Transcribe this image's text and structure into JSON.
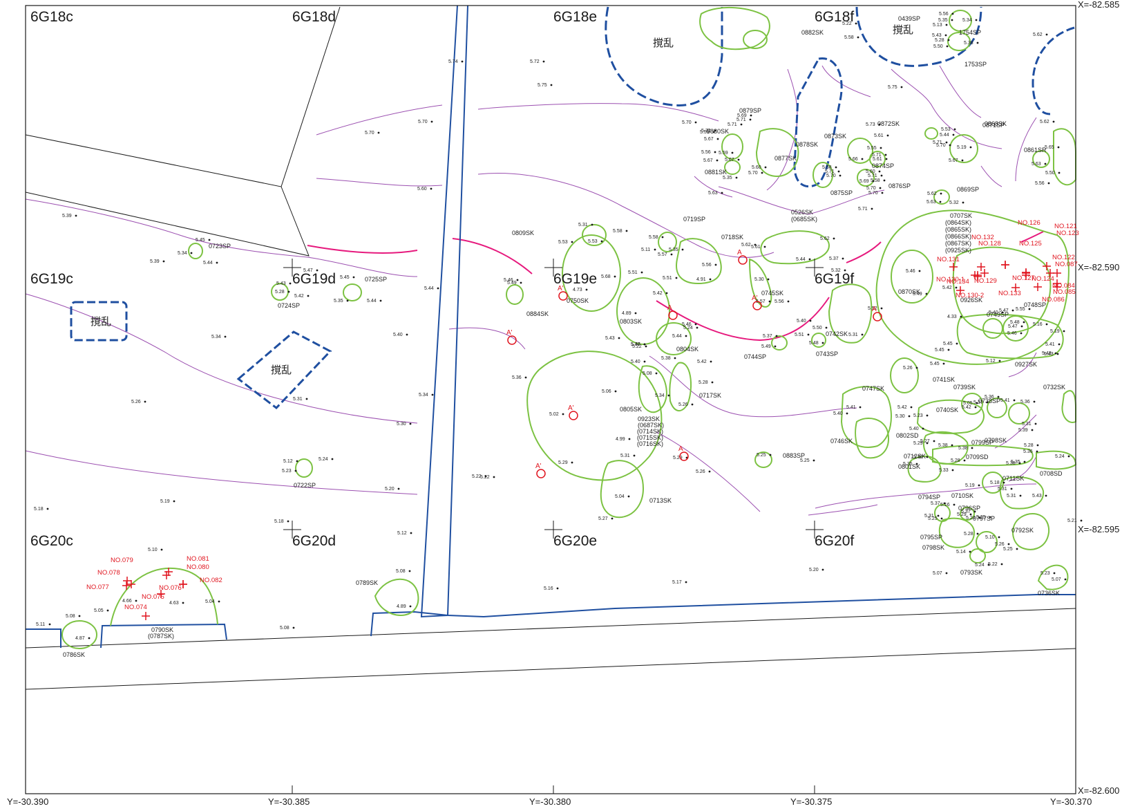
{
  "colors": {
    "pit_outline": "#7cc242",
    "disturbance": "#1f4fa0",
    "contour": "#9b4fb0",
    "contour_main": "#e6197d",
    "find": "#e0141e",
    "frame": "#1a1a1a"
  },
  "grid_cells": [
    "6G18c",
    "6G18d",
    "6G18e",
    "6G18f",
    "6G19c",
    "6G19d",
    "6G19e",
    "6G19f",
    "6G20c",
    "6G20d",
    "6G20e",
    "6G20f"
  ],
  "x_coords": [
    "X=-82.585",
    "X=-82.590",
    "X=-82.595",
    "X=-82.600"
  ],
  "y_coords": [
    "Y=-30.390",
    "Y=-30.385",
    "Y=-30.380",
    "Y=-30.375",
    "Y=-30.370"
  ],
  "disturbance_label": "撹乱",
  "features": [
    "0439SP",
    "1754SP",
    "1753SP",
    "0882SK",
    "0879SP",
    "0880SK",
    "0878SK",
    "0877SK",
    "0881SK",
    "0873SK",
    "0872SK",
    "0874SP",
    "0875SP",
    "0876SP",
    "0871SP",
    "0868SK",
    "0861SR",
    "0869SP",
    "0723SP",
    "0725SP",
    "0724SP",
    "0809SK",
    "0719SP",
    "0718SK",
    "0526SK",
    "(0685SK)",
    "0884SK",
    "0750SK",
    "0803SK",
    "0745SK",
    "0742SK",
    "0870SK",
    "0707SK",
    "(0864SK)",
    "(0865SK)",
    "(0866SK)",
    "(0867SK)",
    "(0925SK)",
    "0749SP",
    "0748SP",
    "0927SK",
    "0926SK",
    "0744SP",
    "0743SP",
    "0804SK",
    "0717SK",
    "0805SK",
    "0923SK",
    "(0687SK)",
    "(0714SK)",
    "(0715SK)",
    "(0716SK)",
    "0741SK",
    "0747SK",
    "0739SK",
    "0738SP",
    "0732SK",
    "0740SK",
    "0746SK",
    "0802SD",
    "0798SK",
    "0799SP",
    "0712SK",
    "0709SD",
    "0801SK",
    "0708SD",
    "0711SK",
    "0710SK",
    "0883SP",
    "0722SP",
    "0713SK",
    "0794SP",
    "0796SP",
    "0797SP",
    "0795SP",
    "0798SK",
    "0792SK",
    "0793SK",
    "0736SK",
    "0789SK",
    "0790SK",
    "(0787SK)",
    "0786SK"
  ],
  "finds": [
    "NO.126",
    "NO.121",
    "NO.123",
    "NO.132",
    "NO.128",
    "NO.125",
    "NO.122",
    "NO.087",
    "NO.131",
    "NO.130-1",
    "NO.129",
    "NO.124",
    "NO.084",
    "NO.085",
    "NO.127",
    "NO.130-2",
    "NO.133",
    "NO.134",
    "NO.086",
    "NO.079",
    "NO.081",
    "NO.078",
    "NO.080",
    "NO.077",
    "NO.076",
    "NO.082",
    "NO.075",
    "NO.074"
  ],
  "section_marks": [
    "A",
    "A'"
  ],
  "elevations": [
    "5.74",
    "5.75",
    "5.70",
    "5.70",
    "5.60",
    "5.72",
    "5.70",
    "5.39",
    "5.39",
    "5.45",
    "5.34",
    "5.44",
    "5.47",
    "5.43",
    "5.28",
    "5.42",
    "5.45",
    "5.35",
    "5.44",
    "5.44",
    "5.34",
    "5.26",
    "5.31",
    "5.34",
    "5.40",
    "5.30",
    "5.12",
    "5.23",
    "5.24",
    "5.19",
    "5.18",
    "5.18",
    "5.20",
    "5.12",
    "5.22",
    "5.10",
    "4.66",
    "4.63",
    "5.05",
    "5.04",
    "5.08",
    "4.87",
    "5.11",
    "5.08",
    "5.08",
    "4.89",
    "5.53",
    "5.31",
    "5.58",
    "5.53",
    "5.68",
    "4.73",
    "5.51",
    "5.51",
    "4.89",
    "5.43",
    "5.37",
    "5.46",
    "5.44",
    "5.49",
    "5.40",
    "5.36",
    "5.02",
    "5.06",
    "5.08",
    "5.38",
    "5.42",
    "5.28",
    "5.34",
    "5.26",
    "4.99",
    "5.31",
    "5.29",
    "5.29",
    "5.26",
    "5.04",
    "5.27",
    "5.22",
    "5.16",
    "5.17",
    "5.46",
    "5.24",
    "5.42",
    "5.40",
    "5.58",
    "5.11",
    "5.57",
    "5.35",
    "5.56",
    "4.91",
    "5.62",
    "5.61",
    "5.30",
    "5.57",
    "5.56",
    "5.44",
    "5.62",
    "5.63",
    "5.59",
    "5.71",
    "5.69",
    "5.71",
    "5.72",
    "5.67",
    "5.56",
    "5.67",
    "5.59",
    "5.67",
    "5.60",
    "5.35",
    "5.70",
    "5.66",
    "5.58",
    "5.70",
    "5.71",
    "5.73",
    "5.61",
    "5.55",
    "5.71",
    "5.61",
    "5.71",
    "5.70",
    "5.71",
    "5.60",
    "5.58",
    "5.69",
    "5.70",
    "5.53",
    "5.71",
    "5.44",
    "5.70",
    "5.67",
    "5.19",
    "5.65",
    "5.63",
    "5.50",
    "5.62",
    "5.63",
    "5.32",
    "5.62",
    "5.56",
    "5.13",
    "5.35",
    "5.34",
    "5.43",
    "5.28",
    "5.38",
    "5.50",
    "5.22",
    "5.58",
    "5.75",
    "5.62",
    "5.56",
    "5.37",
    "5.49",
    "5.51",
    "5.50",
    "5.48",
    "5.32",
    "5.52",
    "5.31",
    "5.46",
    "5.49",
    "4.33",
    "5.40",
    "5.47",
    "5.55",
    "5.48",
    "5.46",
    "5.47",
    "5.16",
    "5.19",
    "5.41",
    "5.45",
    "5.45",
    "5.12",
    "5.43",
    "5.43",
    "5.26",
    "5.45",
    "5.41",
    "5.40",
    "5.42",
    "5.36",
    "5.05",
    "5.37",
    "5.42",
    "5.41",
    "5.36",
    "5.23",
    "5.40",
    "5.30",
    "5.31",
    "5.39",
    "5.27",
    "5.38",
    "5.29",
    "5.38",
    "5.40",
    "5.28",
    "5.28",
    "5.38",
    "5.35",
    "5.35",
    "5.36",
    "5.24",
    "5.33",
    "5.18",
    "5.31",
    "5.19",
    "5.31",
    "5.43",
    "5.37",
    "5.16",
    "5.37",
    "5.31",
    "5.25",
    "5.29",
    "5.25",
    "5.24",
    "5.28",
    "5.10",
    "5.26",
    "5.25",
    "5.14",
    "5.22",
    "5.24",
    "5.23",
    "5.07",
    "5.21",
    "5.07",
    "5.20",
    "5.25",
    "5.25",
    "5.22",
    "5.37",
    "5.40",
    "5.42",
    "5.17",
    "5.10",
    "5.47",
    "5.32"
  ]
}
